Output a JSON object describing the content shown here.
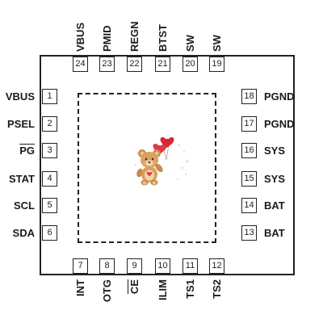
{
  "pins": [
    {
      "num": "1",
      "name": "VBUS",
      "side": "left",
      "overbar": false
    },
    {
      "num": "2",
      "name": "PSEL",
      "side": "left",
      "overbar": false
    },
    {
      "num": "3",
      "name": "PG",
      "side": "left",
      "overbar": true
    },
    {
      "num": "4",
      "name": "STAT",
      "side": "left",
      "overbar": false
    },
    {
      "num": "5",
      "name": "SCL",
      "side": "left",
      "overbar": false
    },
    {
      "num": "6",
      "name": "SDA",
      "side": "left",
      "overbar": false
    },
    {
      "num": "7",
      "name": "INT",
      "side": "bottom",
      "overbar": false
    },
    {
      "num": "8",
      "name": "OTG",
      "side": "bottom",
      "overbar": false
    },
    {
      "num": "9",
      "name": "CE",
      "side": "bottom",
      "overbar": true
    },
    {
      "num": "10",
      "name": "ILIM",
      "side": "bottom",
      "overbar": false
    },
    {
      "num": "11",
      "name": "TS1",
      "side": "bottom",
      "overbar": false
    },
    {
      "num": "12",
      "name": "TS2",
      "side": "bottom",
      "overbar": false
    },
    {
      "num": "13",
      "name": "BAT",
      "side": "right",
      "overbar": false
    },
    {
      "num": "14",
      "name": "BAT",
      "side": "right",
      "overbar": false
    },
    {
      "num": "15",
      "name": "SYS",
      "side": "right",
      "overbar": false
    },
    {
      "num": "16",
      "name": "SYS",
      "side": "right",
      "overbar": false
    },
    {
      "num": "17",
      "name": "PGND",
      "side": "right",
      "overbar": false
    },
    {
      "num": "18",
      "name": "PGND",
      "side": "right",
      "overbar": false
    },
    {
      "num": "19",
      "name": "SW",
      "side": "top",
      "overbar": false
    },
    {
      "num": "20",
      "name": "SW",
      "side": "top",
      "overbar": false
    },
    {
      "num": "21",
      "name": "BTST",
      "side": "top",
      "overbar": false
    },
    {
      "num": "22",
      "name": "REGN",
      "side": "top",
      "overbar": false
    },
    {
      "num": "23",
      "name": "PMID",
      "side": "top",
      "overbar": false
    },
    {
      "num": "24",
      "name": "VBUS",
      "side": "top",
      "overbar": false
    }
  ],
  "center_image": {
    "icon": "teddy-bear-with-heart-balloon-icon"
  },
  "colors": {
    "outline": "#222222",
    "heart": "#e0394a",
    "bear": "#d9a15c"
  }
}
